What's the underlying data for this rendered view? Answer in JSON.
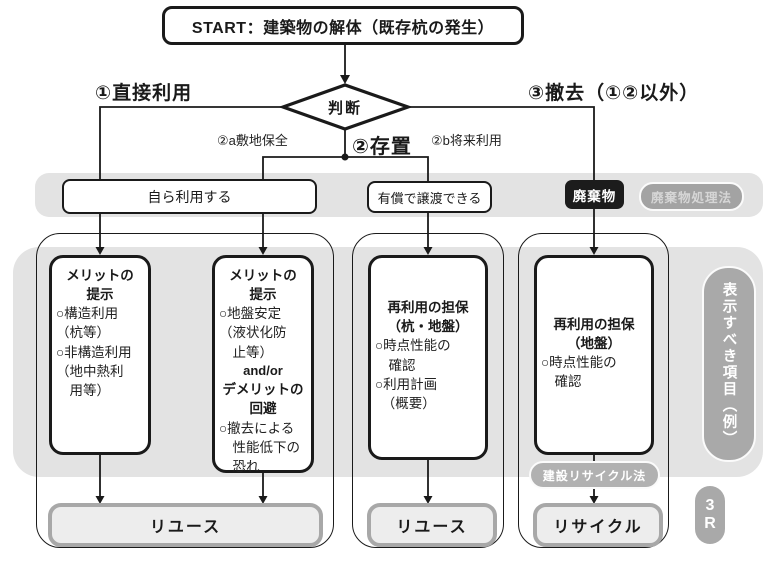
{
  "colors": {
    "band_gray": "#e3e3e3",
    "line_black": "#1a1a1a",
    "pill_gray": "#a9a9a9",
    "outcome_fill": "#ededed",
    "outcome_border": "#a8a8a8"
  },
  "start": {
    "label": "START：建築物の解体（既存杭の発生）"
  },
  "decision": {
    "label": "判断"
  },
  "branches": {
    "direct_use": "①直接利用",
    "leave_in_place": "②存置",
    "site_preservation": "②a敷地保全",
    "future_use": "②b将来利用",
    "removal": "③撤去（①②以外）"
  },
  "band1": {
    "self_use": "自ら利用する",
    "paid_transfer": "有償で譲渡できる",
    "waste": "廃棄物",
    "waste_law": "廃棄物処理法"
  },
  "boxes": {
    "merit_direct": {
      "title": "メリットの\n提示",
      "body": "○構造利用\n（杭等）\n○非構造利用\n（地中熱利\n　用等）"
    },
    "merit_leave": {
      "title": "メリットの\n提示",
      "body1": "○地盤安定\n（液状化防\n　止等）",
      "andor": "and/or",
      "title2": "デメリットの\n回避",
      "body2": "○撤去による\n　性能低下の\n　恐れ"
    },
    "guarantee_pile_ground": {
      "title": "再利用の担保\n（杭・地盤）",
      "body": "○時点性能の\n　確認\n○利用計画\n　（概要）"
    },
    "guarantee_ground": {
      "title": "再利用の担保\n（地盤）",
      "body": "○時点性能の\n　確認"
    }
  },
  "outcomes": {
    "reuse_1": "リユース",
    "reuse_2": "リユース",
    "recycle": "リサイクル"
  },
  "side": {
    "display_items": "表示すべき項目（例）",
    "recycle_law": "建設リサイクル法",
    "three_r": "3\nR"
  }
}
